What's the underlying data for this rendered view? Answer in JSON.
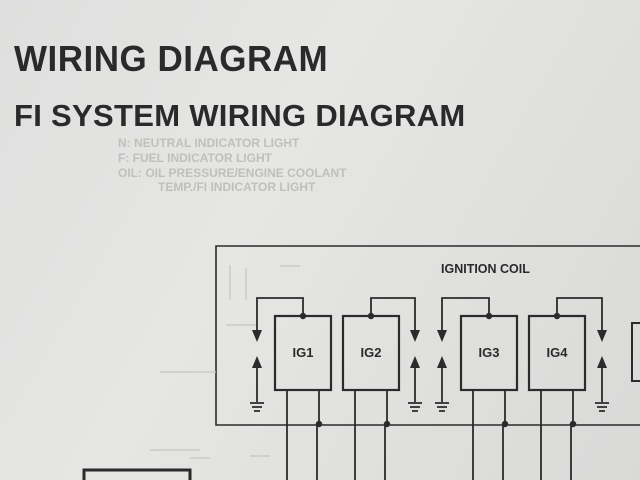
{
  "heading": "WIRING DIAGRAM",
  "subheading": "FI SYSTEM WIRING DIAGRAM",
  "faint_legend": [
    "N: NEUTRAL INDICATOR LIGHT",
    "F: FUEL INDICATOR LIGHT",
    "OIL: OIL PRESSURE/ENGINE COOLANT",
    "TEMP./FI INDICATOR LIGHT"
  ],
  "diagram": {
    "group_label": "IGNITION COIL",
    "coils": [
      {
        "label": "IG1"
      },
      {
        "label": "IG2"
      },
      {
        "label": "IG3"
      },
      {
        "label": "IG4"
      }
    ]
  }
}
